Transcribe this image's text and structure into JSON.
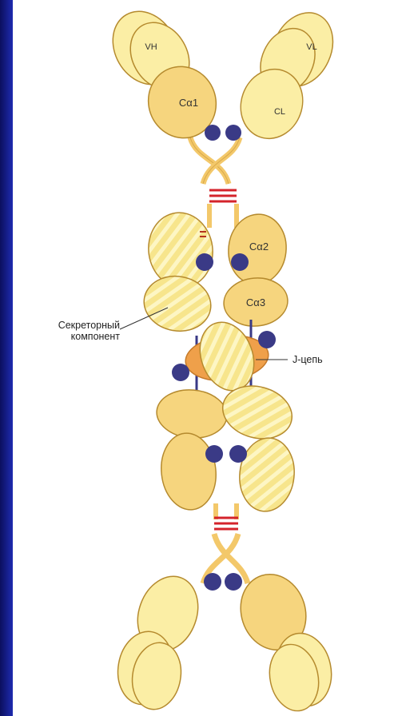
{
  "diagram": {
    "domain_labels": {
      "vh": "VH",
      "vl": "VL",
      "ca1": "Cα1",
      "cl": "CL",
      "ca2": "Cα2",
      "ca3": "Cα3"
    },
    "secretory_component": {
      "line1": "Секреторный",
      "line2": "компонент"
    },
    "j_chain": "J-цепь"
  },
  "colors": {
    "background_bar": "#1a1f8c",
    "domain_fill": "#f6d57e",
    "light_domain_fill": "#fbeea5",
    "domain_stroke": "#b58a2e",
    "j_chain_fill": "#efa04a",
    "disulfide": "#d4232b",
    "carbohydrate": "#3a3a86"
  }
}
